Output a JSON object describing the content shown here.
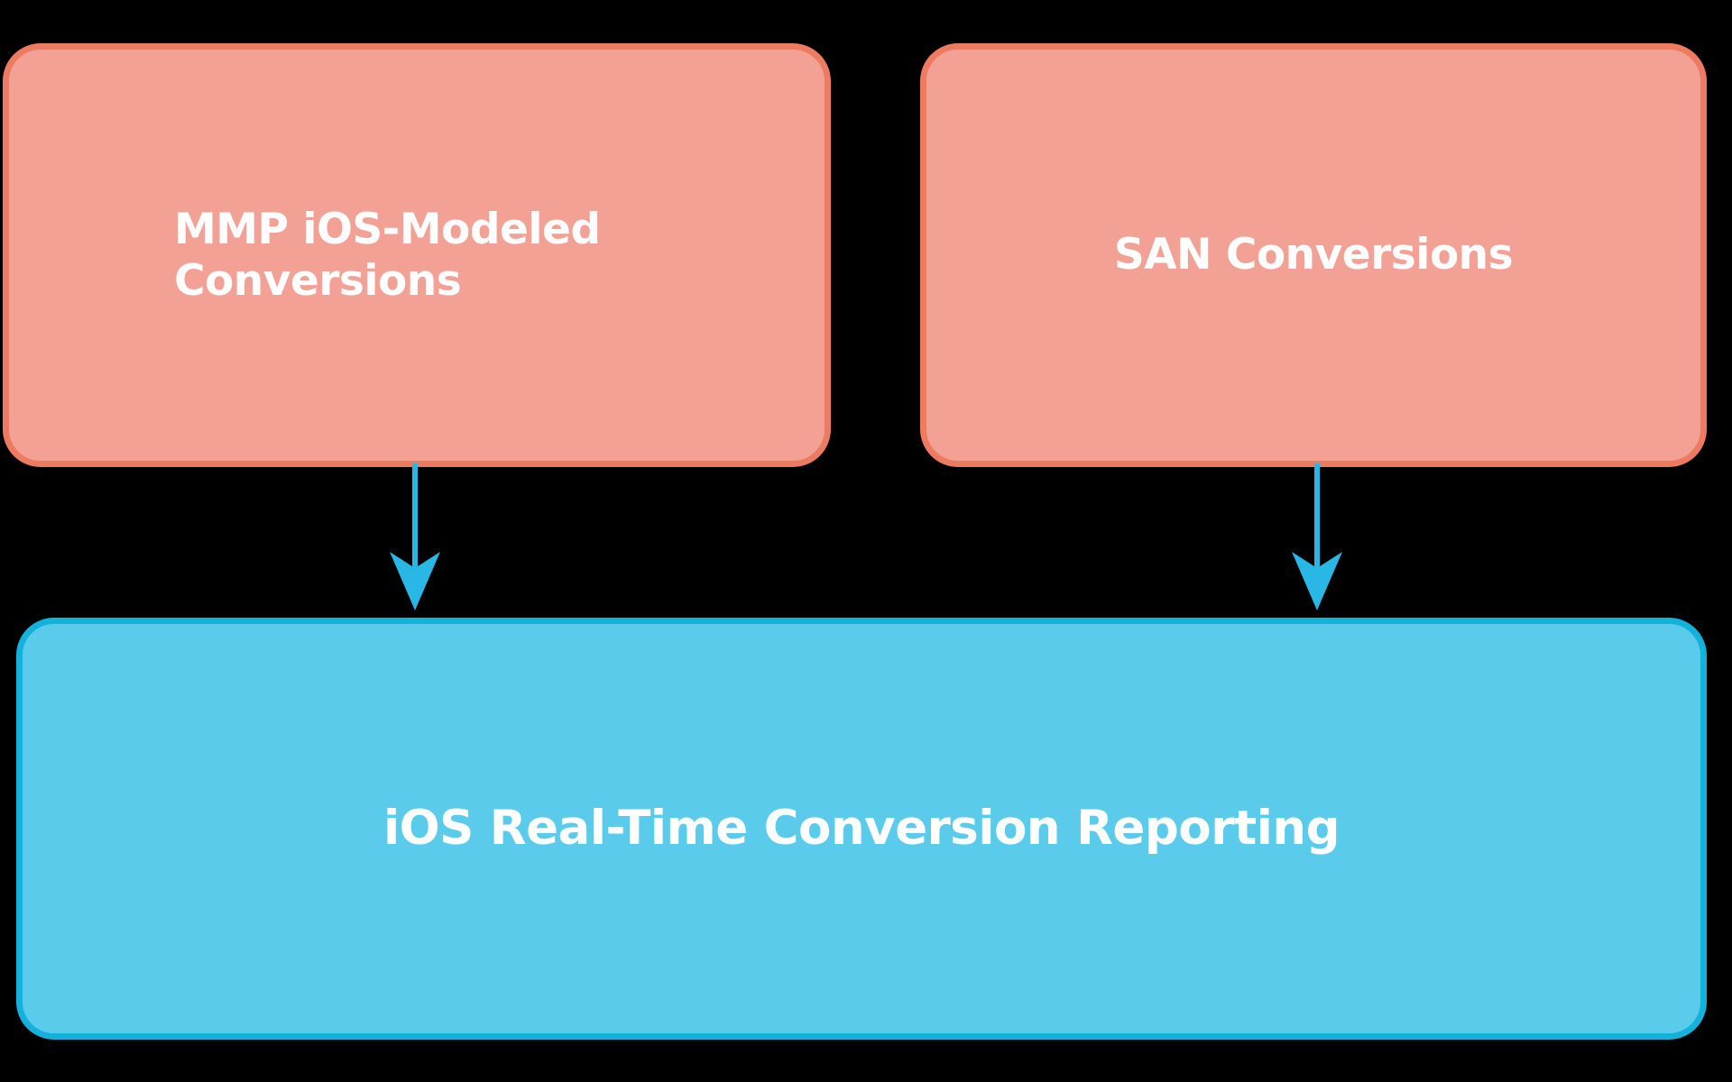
{
  "diagram": {
    "type": "flowchart",
    "orientation": "top-down",
    "background_color": "#000000",
    "nodes": [
      {
        "id": "mmp",
        "label": "MMP iOS-Modeled\nConversions",
        "fill_color": "#F3A195",
        "border_color": "#ED7B62",
        "text_color": "#FFFFFF",
        "shape": "rounded-rectangle"
      },
      {
        "id": "san",
        "label": "SAN Conversions",
        "fill_color": "#F3A195",
        "border_color": "#ED7B62",
        "text_color": "#FFFFFF",
        "shape": "rounded-rectangle"
      },
      {
        "id": "report",
        "label": "iOS Real-Time Conversion Reporting",
        "fill_color": "#5BCBEC",
        "border_color": "#12B2DD",
        "text_color": "#FFFFFF",
        "shape": "rounded-rectangle"
      }
    ],
    "edges": [
      {
        "id": "mmp-to-report",
        "from": "mmp",
        "to": "report",
        "label": "",
        "color": "#29B8E5",
        "arrowhead": "barbed-down"
      },
      {
        "id": "san-to-report",
        "from": "san",
        "to": "report",
        "label": "",
        "color": "#29B8E5",
        "arrowhead": "barbed-down"
      }
    ]
  }
}
